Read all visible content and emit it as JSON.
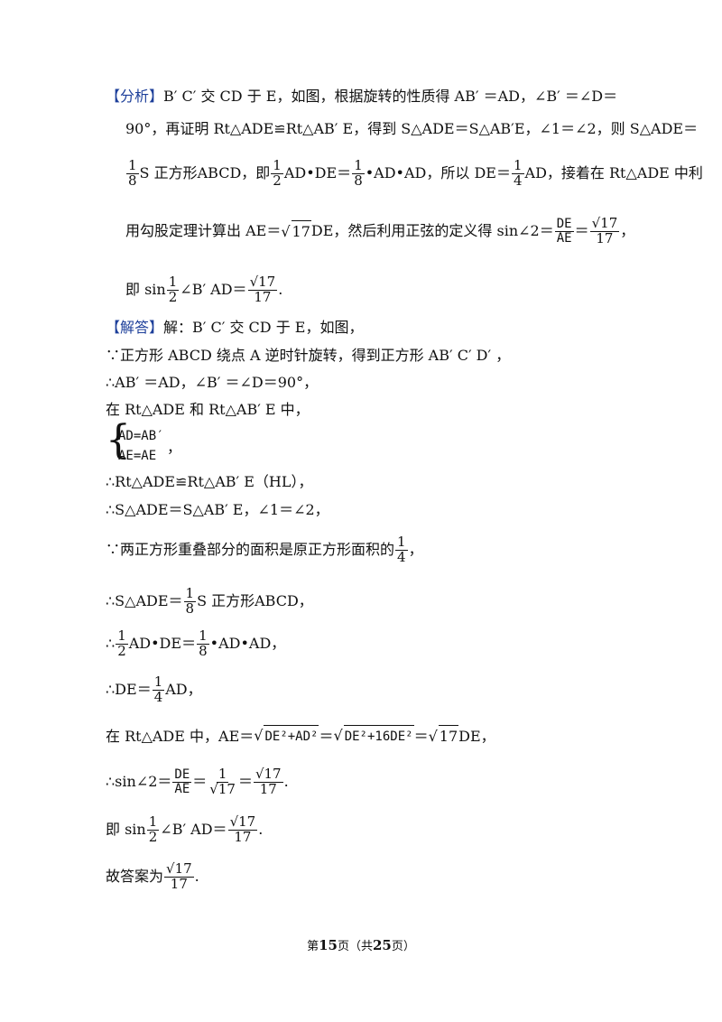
{
  "analysis": {
    "label": "【分析】",
    "l1": "B′ C′ 交 CD 于 E，如图，根据旋转的性质得 AB′ ＝AD，∠B′ ＝∠D＝",
    "l2": "90°，再证明 Rt△ADE≌Rt△AB′ E，得到 S△ADE＝S△AB′E，∠1＝∠2，则 S△ADE＝",
    "l3": {
      "prefix": "",
      "frac1_num": "1",
      "frac1_den": "8",
      "s_sub": "S 正方形ABCD",
      "mid1": "，即",
      "frac2_num": "1",
      "frac2_den": "2",
      "mid2": "AD•DE＝",
      "frac3_num": "1",
      "frac3_den": "8",
      "mid3": "•AD•AD，所以 DE＝",
      "frac4_num": "1",
      "frac4_den": "4",
      "suffix": "AD，接着在 Rt△ADE 中利"
    },
    "l4": {
      "prefix": "用勾股定理计算出 AE＝",
      "sqrt": "17",
      "mid": "DE，然后利用正弦的定义得 sin∠2＝",
      "frac1_num": "DE",
      "frac1_den": "AE",
      "eq": "＝",
      "frac2_num": "√17",
      "frac2_den": "17",
      "suffix": "，"
    },
    "l5": {
      "prefix": "即 sin",
      "frac1_num": "1",
      "frac1_den": "2",
      "mid": "∠B′ AD＝",
      "frac2_num": "√17",
      "frac2_den": "17",
      "suffix": "."
    }
  },
  "solution": {
    "label": "【解答】",
    "l1": "解：B′ C′ 交 CD 于 E，如图，",
    "l2": "∵正方形 ABCD 绕点 A 逆时针旋转，得到正方形 AB′ C′ D′ ，",
    "l3": "∴AB′ ＝AD，∠B′ ＝∠D＝90°，",
    "l4": "在 Rt△ADE 和 Rt△AB′ E 中，",
    "sys1": "AD=AB′",
    "sys2": "AE=AE",
    "sys_suffix": "，",
    "l6": "∴Rt△ADE≌Rt△AB′ E（HL），",
    "l7": "∴S△ADE＝S△AB′ E，∠1＝∠2，",
    "l8": {
      "prefix": "∵两正方形重叠部分的面积是原正方形面积的",
      "num": "1",
      "den": "4",
      "suffix": "，"
    },
    "l9": {
      "prefix": "∴S△ADE＝",
      "num": "1",
      "den": "8",
      "suffix": "S 正方形ABCD，"
    },
    "l10": {
      "prefix": "∴",
      "num1": "1",
      "den1": "2",
      "mid": "AD•DE＝",
      "num2": "1",
      "den2": "8",
      "suffix": "•AD•AD，"
    },
    "l11": {
      "prefix": "∴DE＝",
      "num": "1",
      "den": "4",
      "suffix": "AD，"
    },
    "l12": {
      "prefix": "在 Rt△ADE 中，AE＝",
      "rad1": "DE²+AD²",
      "eq1": "＝",
      "rad2": "DE²+16DE²",
      "eq2": "＝",
      "rad3": "17",
      "suffix": "DE，"
    },
    "l13": {
      "prefix": "∴sin∠2＝",
      "num1": "DE",
      "den1": "AE",
      "eq1": "＝",
      "num2": "1",
      "den2": "√17",
      "eq2": "＝",
      "num3": "√17",
      "den3": "17",
      "suffix": "."
    },
    "l14": {
      "prefix": "即 sin",
      "num1": "1",
      "den1": "2",
      "mid": "∠B′ AD＝",
      "num2": "√17",
      "den2": "17",
      "suffix": "."
    },
    "l15": {
      "prefix": "故答案为",
      "num": "√17",
      "den": "17",
      "suffix": "."
    }
  },
  "footer": {
    "prefix": "第",
    "page": "15",
    "mid": "页（共",
    "total": "25",
    "suffix": "页）"
  }
}
